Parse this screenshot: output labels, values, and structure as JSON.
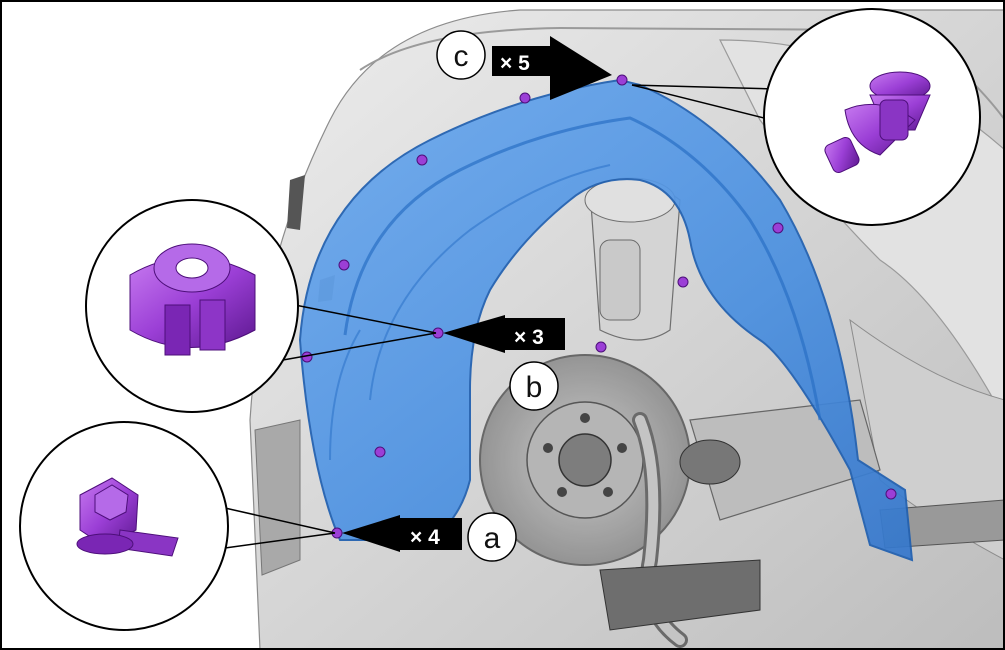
{
  "figure": {
    "description_free": true,
    "callouts": [
      {
        "letter": "c",
        "quantity": "× 5",
        "part": "push-pin-clip",
        "part_color": "#9b3fd6"
      },
      {
        "letter": "b",
        "quantity": "× 3",
        "part": "clip-nut",
        "part_color": "#9b3fd6"
      },
      {
        "letter": "a",
        "quantity": "× 4",
        "part": "screw",
        "part_color": "#9b3fd6"
      }
    ],
    "colors": {
      "liner_fill": "#4a8fe0",
      "liner_edge": "#2a6fc4",
      "fastener": "#9b3fd6",
      "fastener_dark": "#6a1fa0",
      "body_grey": "#d9d9d9",
      "arrow": "#000000"
    }
  }
}
